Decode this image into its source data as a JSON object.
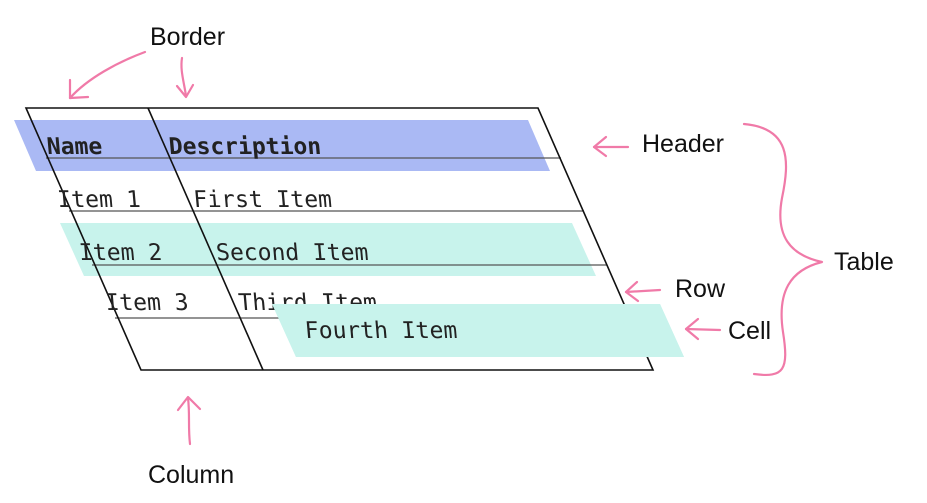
{
  "colors": {
    "header_band": "#aab9f4",
    "row_band": "#c8f3ec",
    "annotation": "#f07aa8",
    "border": "#111111",
    "row_line": "#555555",
    "text": "#222222"
  },
  "table": {
    "headers": [
      "Name",
      "Description"
    ],
    "rows": [
      [
        "Item 1",
        "First Item"
      ],
      [
        "Item 2",
        "Second Item"
      ],
      [
        "Item 3",
        "Third Item"
      ]
    ],
    "extra_cell": "Fourth Item"
  },
  "annotations": {
    "border": "Border",
    "header": "Header",
    "row": "Row",
    "cell": "Cell",
    "table": "Table",
    "column": "Column"
  }
}
